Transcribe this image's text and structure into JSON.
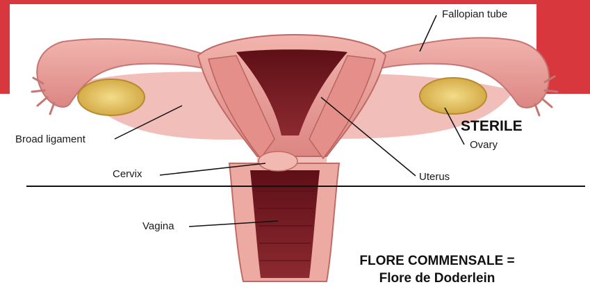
{
  "labels": {
    "fallopian_tube": "Fallopian tube",
    "broad_ligament": "Broad ligament",
    "ovary": "Ovary",
    "cervix": "Cervix",
    "uterus": "Uterus",
    "vagina": "Vagina"
  },
  "annotations": {
    "sterile": "STERILE",
    "flora_line1": "FLORE COMMENSALE =",
    "flora_line2": "Flore de Doderlein"
  },
  "colors": {
    "background_band": "#d7373d",
    "tissue": "#e99b98",
    "tissue_dark": "#c95f5f",
    "cavity": "#7a1b22",
    "ovary": "#e2c256"
  }
}
